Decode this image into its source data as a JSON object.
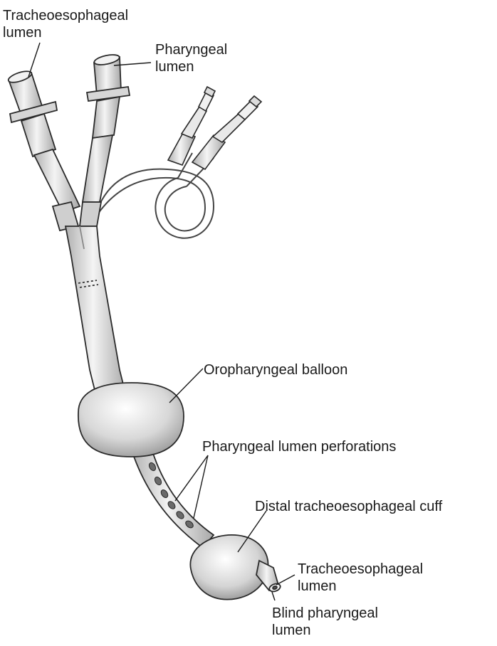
{
  "labels": {
    "tracheo_top": [
      "Tracheoesophageal",
      "lumen"
    ],
    "pharyngeal_top": [
      "Pharyngeal",
      "lumen"
    ],
    "oropharyngeal_balloon": "Oropharyngeal balloon",
    "perforations": "Pharyngeal lumen perforations",
    "distal_cuff": "Distal tracheoesophageal cuff",
    "tracheo_bottom": [
      "Tracheoesophageal",
      "lumen"
    ],
    "blind_pharyngeal": [
      "Blind pharyngeal",
      "lumen"
    ]
  },
  "colors": {
    "line": "#2a2a2a",
    "tube_fill": "#e6e6e6",
    "shade": "#9a9a9a",
    "highlight": "#ffffff"
  }
}
